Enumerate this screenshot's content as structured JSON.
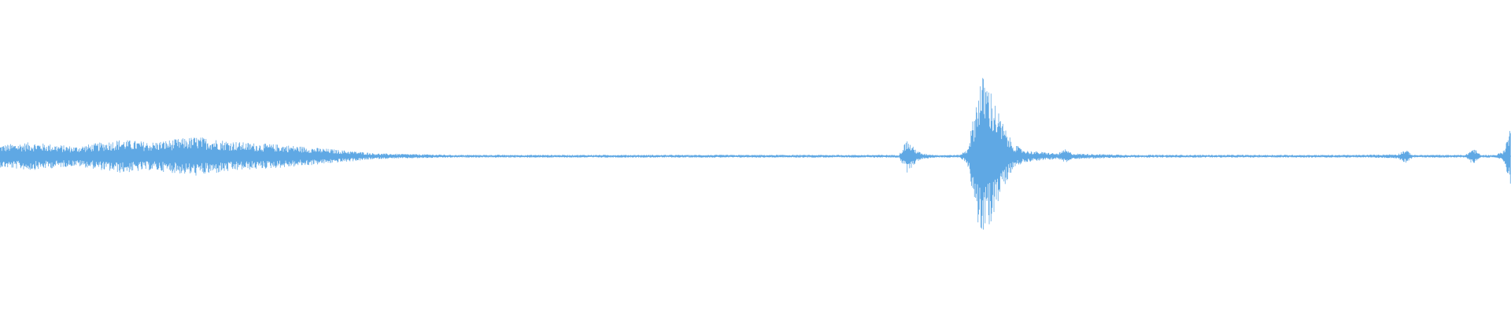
{
  "chart_data": {
    "type": "area",
    "title": "",
    "xlabel": "",
    "ylabel": "",
    "grid": false,
    "legend": "none",
    "ylim": [
      -1,
      1
    ],
    "series": [
      {
        "color": "#5fa8e4",
        "envelope": {
          "x": [
            0,
            0.02,
            0.05,
            0.08,
            0.1,
            0.13,
            0.16,
            0.19,
            0.22,
            0.25,
            0.3,
            0.35,
            0.4,
            0.45,
            0.5,
            0.55,
            0.58,
            0.595,
            0.6,
            0.605,
            0.61,
            0.62,
            0.635,
            0.64,
            0.645,
            0.648,
            0.652,
            0.655,
            0.658,
            0.662,
            0.666,
            0.67,
            0.675,
            0.68,
            0.69,
            0.7,
            0.705,
            0.71,
            0.75,
            0.8,
            0.85,
            0.9,
            0.925,
            0.93,
            0.935,
            0.96,
            0.97,
            0.975,
            0.98,
            0.99,
            0.995,
            1.0
          ],
          "amp": [
            0.08,
            0.1,
            0.07,
            0.12,
            0.1,
            0.14,
            0.1,
            0.08,
            0.05,
            0.02,
            0.01,
            0.01,
            0.01,
            0.01,
            0.01,
            0.01,
            0.01,
            0.01,
            0.12,
            0.06,
            0.02,
            0.01,
            0.01,
            0.05,
            0.32,
            0.55,
            0.58,
            0.5,
            0.4,
            0.28,
            0.18,
            0.1,
            0.06,
            0.04,
            0.03,
            0.02,
            0.05,
            0.02,
            0.01,
            0.01,
            0.01,
            0.01,
            0.015,
            0.05,
            0.01,
            0.01,
            0.01,
            0.06,
            0.01,
            0.01,
            0.04,
            0.22
          ]
        }
      }
    ]
  }
}
